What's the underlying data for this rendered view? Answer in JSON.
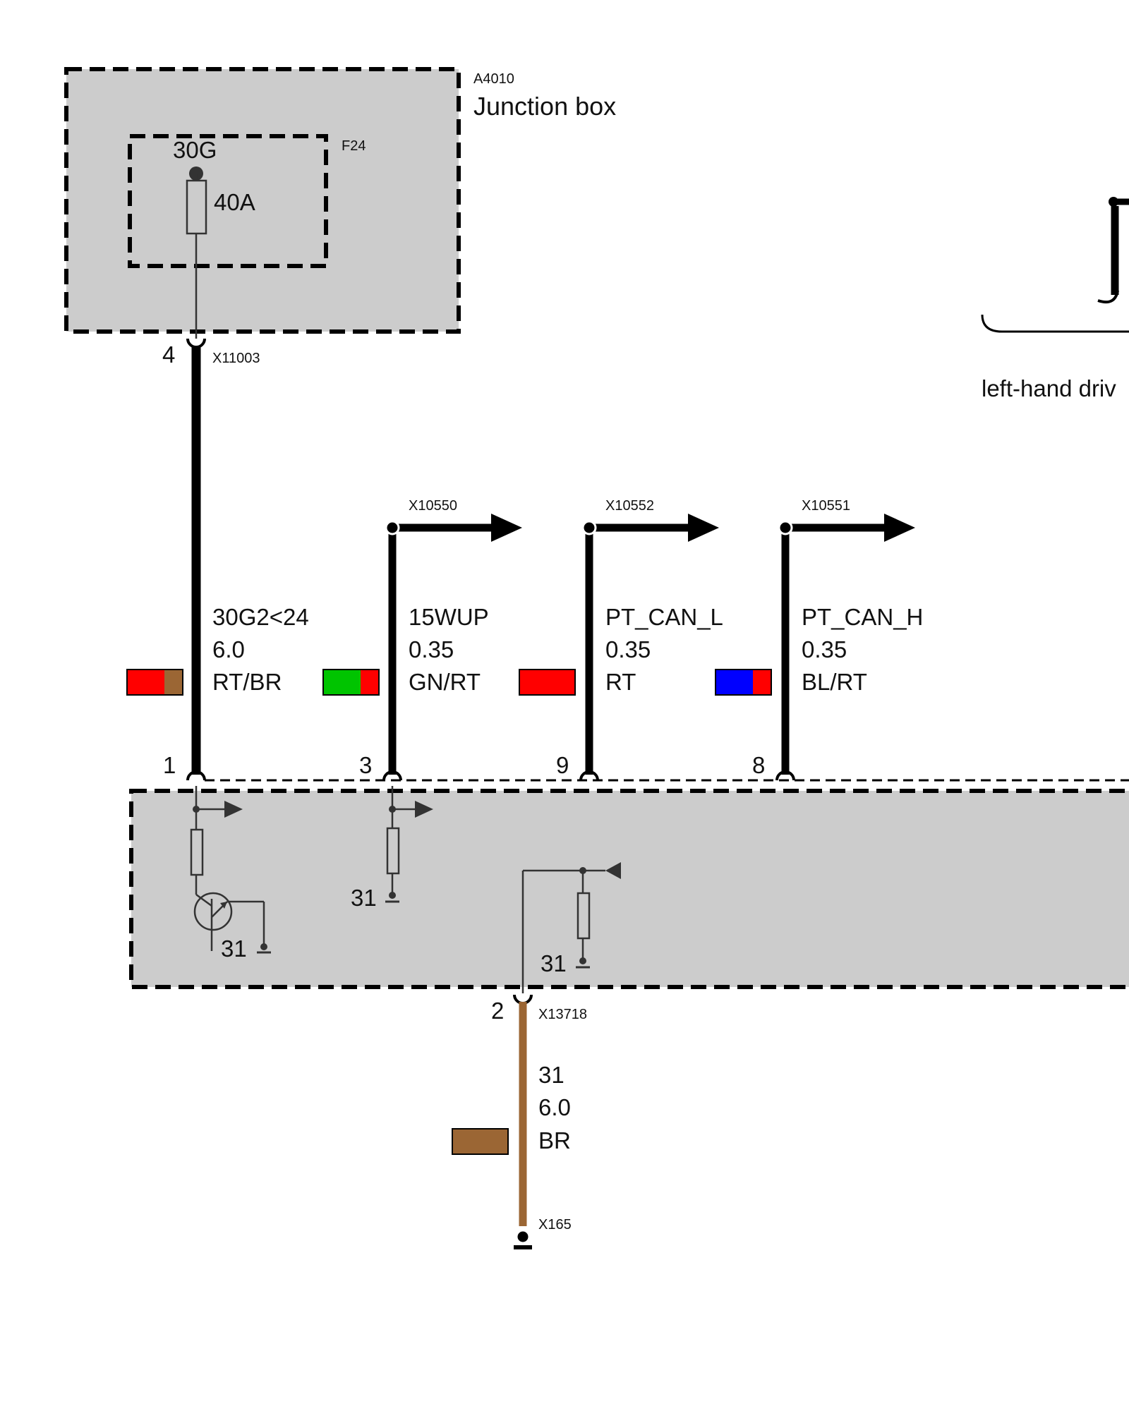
{
  "junction_box": {
    "id": "A4010",
    "name": "Junction box",
    "fuse_id": "F24",
    "fuse_terminal": "30G",
    "fuse_rating": "40A",
    "connector_pin": "4",
    "connector_id": "X11003"
  },
  "side_label": {
    "text": "left-hand driv"
  },
  "wires": [
    {
      "pin": "1",
      "signal": "30G2<24",
      "gauge": "6.0",
      "color_code": "RT/BR",
      "swatch": [
        "#ff0000",
        "#9b6634"
      ],
      "connector": ""
    },
    {
      "pin": "3",
      "signal": "15WUP",
      "gauge": "0.35",
      "color_code": "GN/RT",
      "swatch": [
        "#00c400",
        "#ff0000"
      ],
      "connector": "X10550"
    },
    {
      "pin": "9",
      "signal": "PT_CAN_L",
      "gauge": "0.35",
      "color_code": "RT",
      "swatch": [
        "#ff0000"
      ],
      "connector": "X10552"
    },
    {
      "pin": "8",
      "signal": "PT_CAN_H",
      "gauge": "0.35",
      "color_code": "BL/RT",
      "swatch": [
        "#0000ff",
        "#ff0000"
      ],
      "connector": "X10551"
    }
  ],
  "module": {
    "ground_labels": [
      "31",
      "31",
      "31"
    ]
  },
  "ground_wire": {
    "pin": "2",
    "connector_top": "X13718",
    "signal": "31",
    "gauge": "6.0",
    "color_code": "BR",
    "swatch": [
      "#9b6634"
    ],
    "connector_bottom": "X165"
  },
  "colors": {
    "box_fill": "#cccccc",
    "wire": "#000000",
    "ground_wire": "#9b6634"
  }
}
